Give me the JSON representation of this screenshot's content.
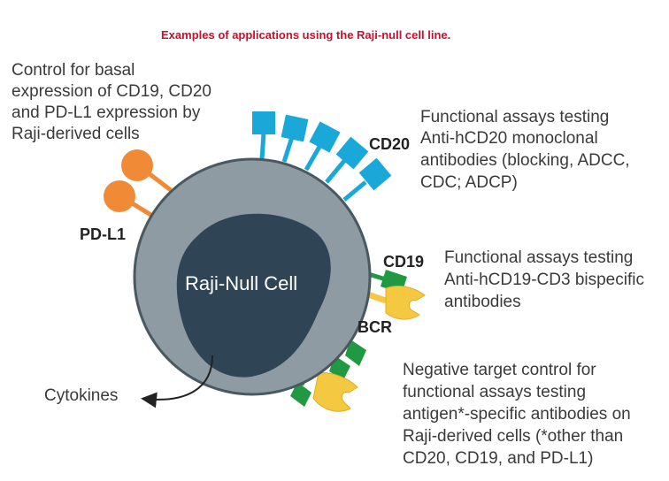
{
  "title": "Examples of applications using the Raji-null cell line.",
  "cell": {
    "label": "Raji-Null Cell"
  },
  "markers": {
    "pdl1": "PD-L1",
    "cd20": "CD20",
    "cd19": "CD19",
    "bcr": "BCR"
  },
  "secreted": {
    "label": "Cytokines"
  },
  "annotations": {
    "basal_control": [
      "Control for basal",
      "expression of CD19, CD20",
      "and PD-L1 expression by",
      "Raji-derived cells"
    ],
    "cd20_assays": [
      "Functional assays testing",
      "Anti-hCD20 monoclonal",
      "antibodies (blocking, ADCC,",
      "CDC; ADCP)"
    ],
    "cd19_assays": [
      "Functional assays testing",
      "Anti-hCD19-CD3 bispecific",
      "antibodies"
    ],
    "negative_control": [
      "Negative target control for",
      "functional assays testing",
      "antigen*-specific antibodies on",
      "Raji-derived cells (*other than",
      "CD20, CD19, and PD-L1)"
    ]
  },
  "colors": {
    "title": "#c8102e",
    "cell_outer": "#8e9ba3",
    "nucleus": "#2f4555",
    "pdl1": "#f08a36",
    "cd20": "#1aa8d8",
    "cd19": "#1f9a43",
    "bcr": "#f5c842",
    "text": "#3a3a3a"
  }
}
